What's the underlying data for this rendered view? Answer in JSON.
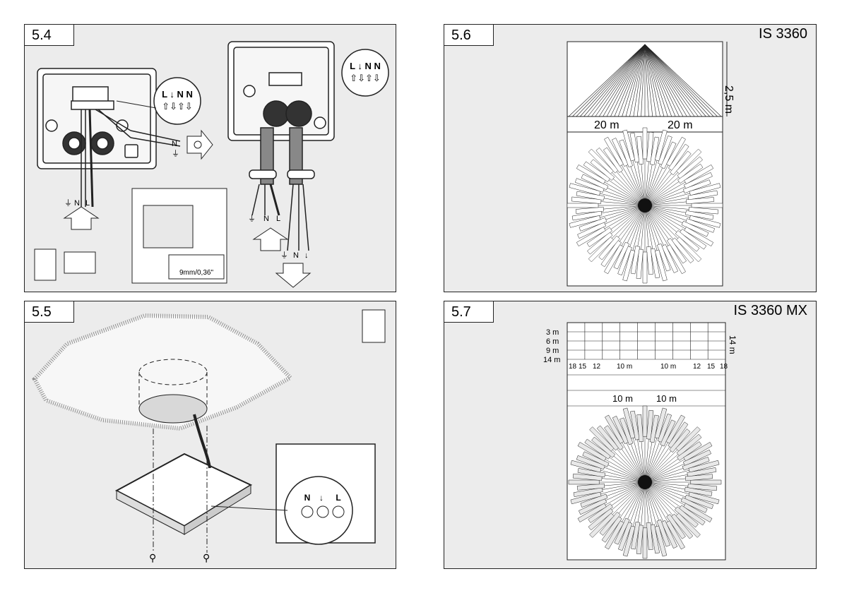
{
  "panels": {
    "p54": {
      "label": "5.4"
    },
    "p55": {
      "label": "5.5"
    },
    "p56": {
      "label": "5.6",
      "model": "IS 3360",
      "height": "2,5 m",
      "width_left": "20 m",
      "width_right": "20 m"
    },
    "p57": {
      "label": "5.7",
      "model": "IS 3360 MX",
      "ranges": [
        "3 m",
        "6 m",
        "9 m",
        "14 m"
      ],
      "scale": [
        "18",
        "15",
        "12",
        "10 m",
        "10 m",
        "12",
        "15",
        "18"
      ],
      "height": "14 m",
      "zone_left": "10 m",
      "zone_right": "10 m"
    }
  },
  "wiring": {
    "terminal_labels": "L ↓ N N",
    "terminal_arrows": "⇧⇩⇧⇩",
    "supply": [
      "⏚",
      "N",
      "L"
    ],
    "load": [
      "⏚",
      "N",
      "↓"
    ],
    "strip_length": "9mm/0,36\"",
    "base_terminals": [
      "N",
      "↓",
      "L"
    ]
  }
}
